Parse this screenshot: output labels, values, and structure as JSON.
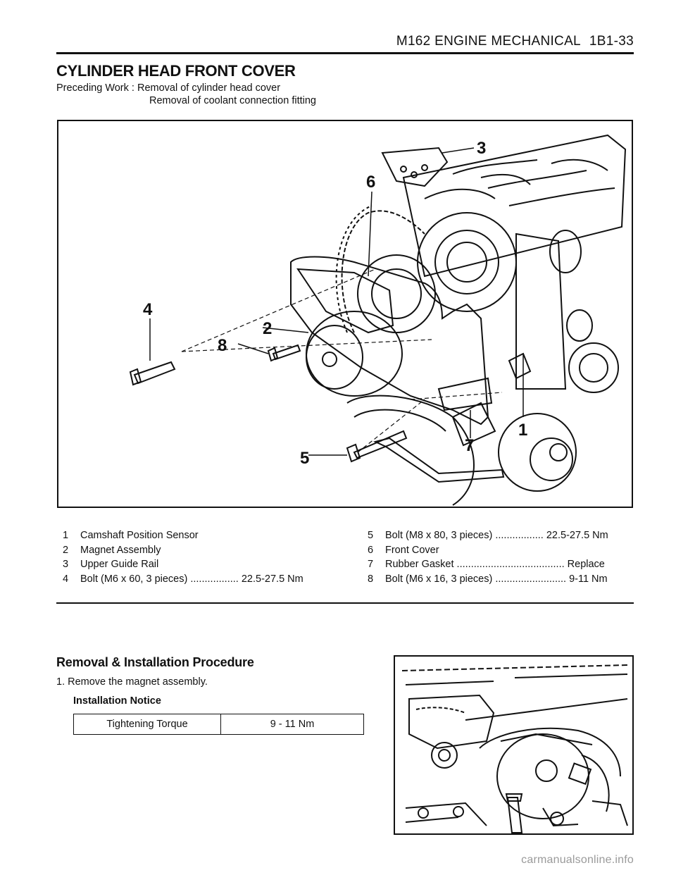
{
  "header": {
    "title": "M162 ENGINE MECHANICAL",
    "page": "1B1-33"
  },
  "section": {
    "title": "CYLINDER HEAD FRONT COVER",
    "preceding_work_label": "Preceding Work : Removal of cylinder head cover",
    "preceding_work_2": "Removal of coolant connection fitting"
  },
  "figure_callouts": [
    "1",
    "2",
    "3",
    "4",
    "5",
    "6",
    "7",
    "8"
  ],
  "legend_left": [
    {
      "num": "1",
      "text": "Camshaft Position Sensor"
    },
    {
      "num": "2",
      "text": "Magnet Assembly"
    },
    {
      "num": "3",
      "text": "Upper Guide Rail"
    },
    {
      "num": "4",
      "text": "Bolt (M6 x 60, 3 pieces) ................. 22.5-27.5 Nm"
    }
  ],
  "legend_right": [
    {
      "num": "5",
      "text": "Bolt (M8 x 80, 3 pieces) ................. 22.5-27.5 Nm"
    },
    {
      "num": "6",
      "text": "Front  Cover"
    },
    {
      "num": "7",
      "text": "Rubber Gasket ...................................... Replace"
    },
    {
      "num": "8",
      "text": "Bolt (M6 x 16, 3 pieces) ......................... 9-11 Nm"
    }
  ],
  "procedure": {
    "title": "Removal & Installation Procedure",
    "step1": "1.  Remove the magnet assembly.",
    "notice": "Installation  Notice",
    "torque_label": "Tightening  Torque",
    "torque_value": "9 - 11 Nm"
  },
  "watermark": "carmanualsonline.info"
}
